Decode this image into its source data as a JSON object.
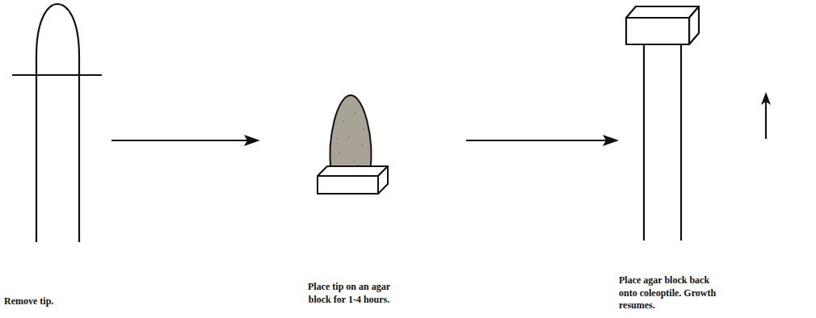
{
  "diagram": {
    "labels": [
      "Remove tip.",
      "Place tip on an agar block for 1-4 hours.",
      "Place agar block back onto coleoptile. Growth resumes."
    ]
  }
}
